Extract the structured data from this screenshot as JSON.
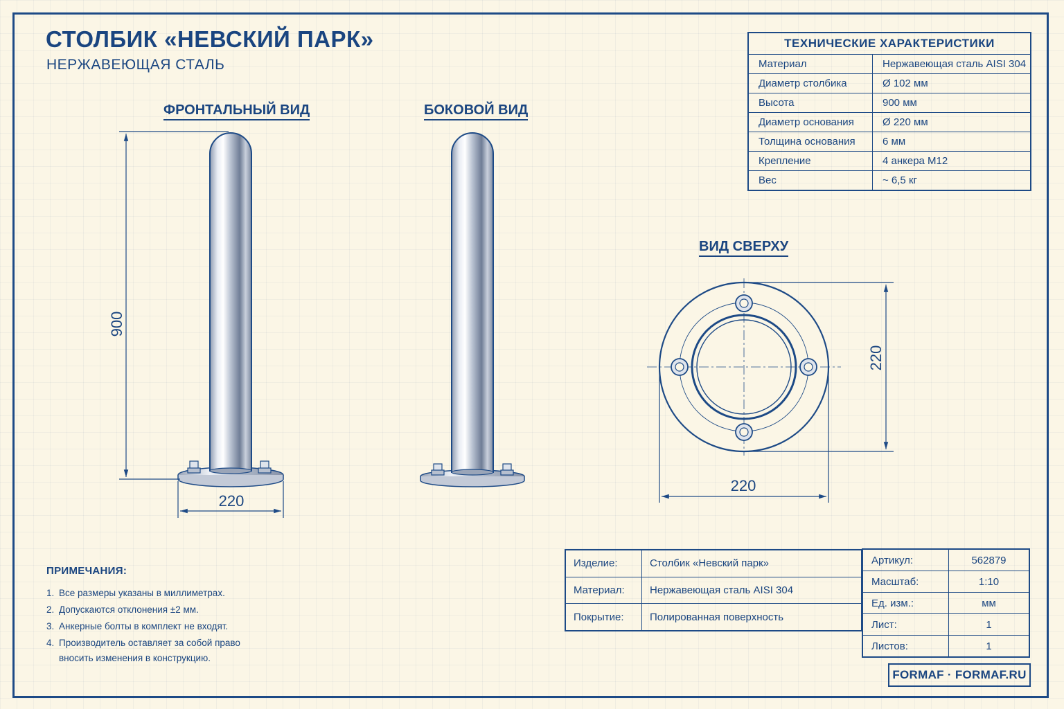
{
  "header": {
    "title": "СТОЛБИК «НЕВСКИЙ ПАРК»",
    "subtitle": "НЕРЖАВЕЮЩАЯ СТАЛЬ"
  },
  "views": {
    "front": "ФРОНТАЛЬНЫЙ ВИД",
    "side": "БОКОВОЙ ВИД",
    "top": "ВИД СВЕРХУ"
  },
  "dimensions": {
    "height": "900",
    "base_width_front": "220",
    "top_width": "220",
    "top_height": "220"
  },
  "specs": {
    "title": "ТЕХНИЧЕСКИЕ ХАРАКТЕРИСТИКИ",
    "rows": [
      {
        "key": "Материал",
        "value": "Нержавеющая сталь AISI 304"
      },
      {
        "key": "Диаметр столбика",
        "value": "Ø 102 мм"
      },
      {
        "key": "Высота",
        "value": "900 мм"
      },
      {
        "key": "Диаметр основания",
        "value": "Ø 220 мм"
      },
      {
        "key": "Толщина основания",
        "value": "6 мм"
      },
      {
        "key": "Крепление",
        "value": "4 анкера М12"
      },
      {
        "key": "Вес",
        "value": "~ 6,5 кг"
      }
    ]
  },
  "notes": {
    "title": "ПРИМЕЧАНИЯ:",
    "items": [
      {
        "num": "1.",
        "text": "Все размеры указаны в миллиметрах."
      },
      {
        "num": "2.",
        "text": "Допускаются отклонения ±2 мм."
      },
      {
        "num": "3.",
        "text": "Анкерные болты в комплект не входят."
      },
      {
        "num": "4.",
        "text": "Производитель оставляет за собой право вносить изменения в конструкцию."
      }
    ]
  },
  "titleblock": {
    "rows": [
      {
        "key": "Изделие:",
        "value": "Столбик «Невский парк»"
      },
      {
        "key": "Материал:",
        "value": "Нержавеющая сталь AISI 304"
      },
      {
        "key": "Покрытие:",
        "value": "Полированная поверхность"
      }
    ]
  },
  "meta": {
    "rows": [
      {
        "key": "Артикул:",
        "value": "562879"
      },
      {
        "key": "Масштаб:",
        "value": "1:10"
      },
      {
        "key": "Ед. изм.:",
        "value": "мм"
      },
      {
        "key": "Лист:",
        "value": "1"
      },
      {
        "key": "Листов:",
        "value": "1"
      }
    ]
  },
  "brand": "FORMAF · FORMAF.RU",
  "colors": {
    "ink": "#1d4a86",
    "paper": "#fbf6e6",
    "steel_light": "#f2f4f8",
    "steel_dark": "#7f8ca3"
  }
}
